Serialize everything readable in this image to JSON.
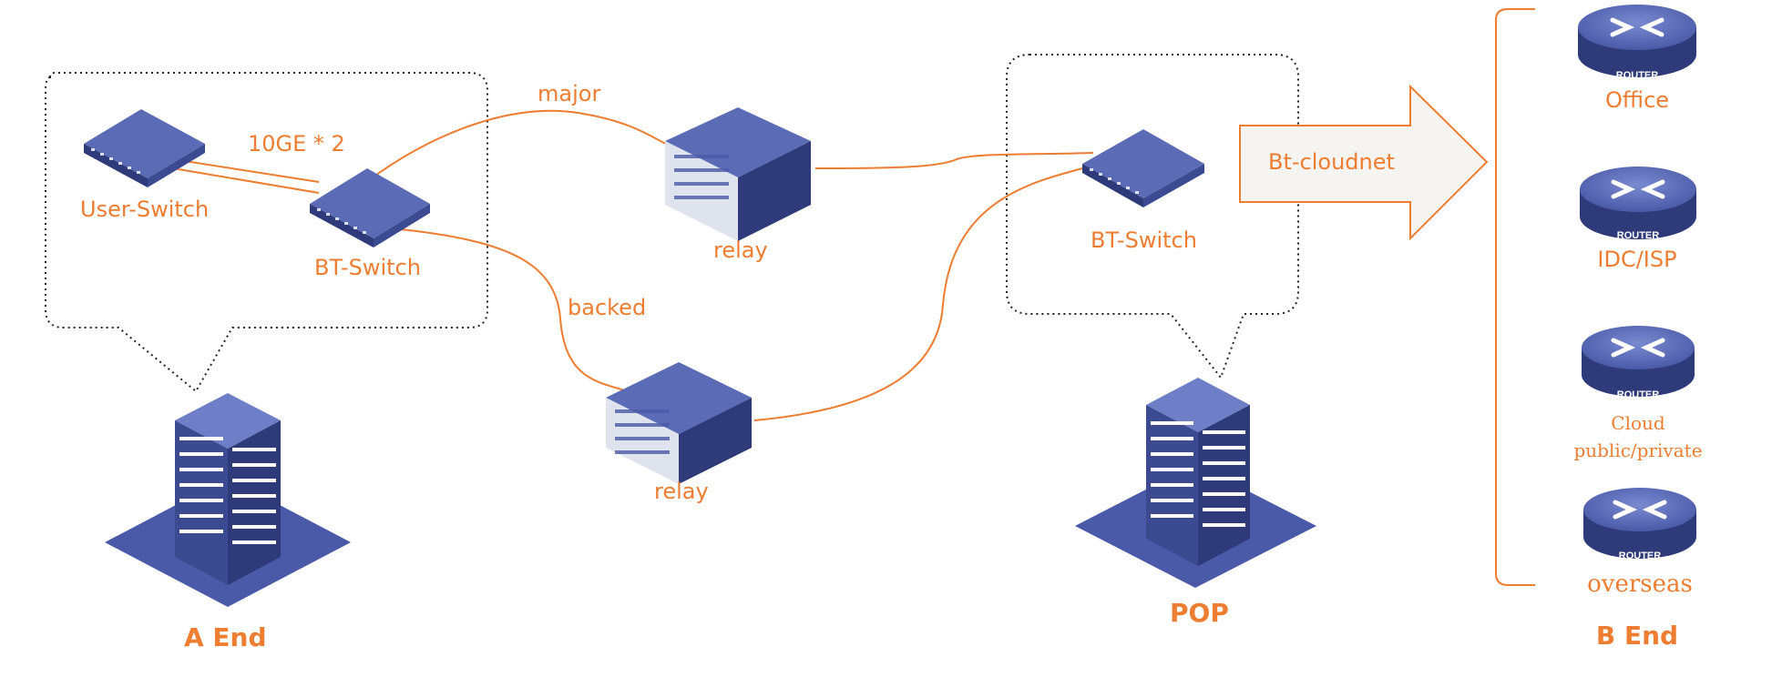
{
  "labels": {
    "user_switch": "User-Switch",
    "bt_switch_a": "BT-Switch",
    "link_10ge": "10GE * 2",
    "major": "major",
    "backed": "backed",
    "relay_top": "relay",
    "relay_bottom": "relay",
    "bt_switch_pop": "BT-Switch",
    "bt_cloudnet": "Bt-cloudnet",
    "a_end": "A End",
    "pop": "POP",
    "b_end": "B End",
    "office": "Office",
    "idc_isp": "IDC/ISP",
    "cloud_line1": "Cloud",
    "cloud_line2": "public/private",
    "overseas": "overseas",
    "router_badge": "ROUTER"
  },
  "colors": {
    "accent": "#ED7D31",
    "device": "#4A5AA8",
    "device_dark": "#2E3A7A",
    "device_light": "#6F7FC7"
  }
}
